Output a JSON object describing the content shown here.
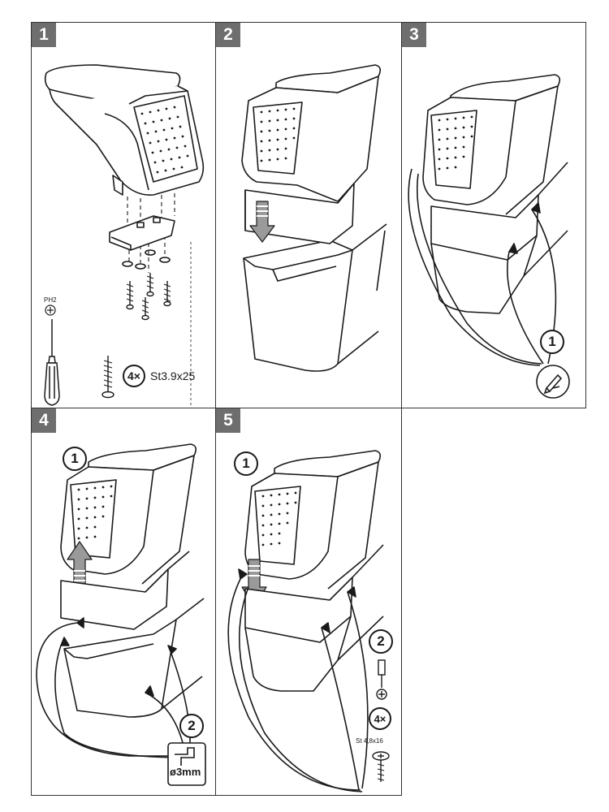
{
  "steps": [
    {
      "number": "1",
      "tool_label": "PH2",
      "qty": "4×",
      "screw_spec": "St3.9x25"
    },
    {
      "number": "2"
    },
    {
      "number": "3",
      "callout": "1"
    },
    {
      "number": "4",
      "callout_1": "1",
      "callout_2": "2",
      "drill_size": "ø3mm"
    },
    {
      "number": "5",
      "callout_1": "1",
      "callout_2": "2",
      "qty": "4×",
      "screw_spec": "St 4,8x16"
    }
  ],
  "colors": {
    "badge": "#6e6e6e",
    "line": "#1a1a1a",
    "arrow_fill": "#9a9a9a"
  },
  "icons": [
    "screwdriver-icon",
    "screw-icon",
    "pencil-mark-icon",
    "drill-bit-icon"
  ]
}
